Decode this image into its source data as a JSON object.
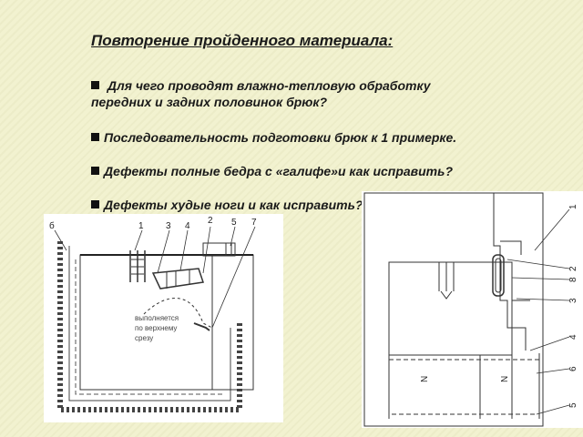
{
  "slide": {
    "title": "Повторение пройденного материала:",
    "questions": [
      "Для чего проводят влажно-тепловую обработку передних и задних половинок брюк?",
      "Последовательность подготовки брюк к 1 примерке.",
      "Дефекты полные бедра с «галифе»и как исправить?",
      "Дефекты худые ноги и как исправить?"
    ]
  },
  "figure_left": {
    "callouts": [
      "б",
      "1",
      "3",
      "4",
      "2",
      "5",
      "7"
    ],
    "note_lines": [
      "выполняется",
      "по верхнему",
      "срезу"
    ]
  },
  "figure_right": {
    "callouts": [
      "1",
      "2",
      "8",
      "3",
      "4",
      "6",
      "5"
    ],
    "marks": [
      "N",
      "N"
    ]
  }
}
